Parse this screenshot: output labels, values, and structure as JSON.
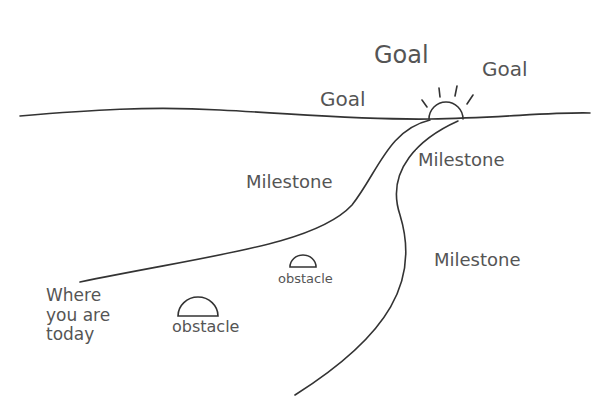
{
  "diagram": {
    "labels": [
      "Goal",
      "Goal",
      "Goal",
      "Milestone",
      "Milestone",
      "Milestone",
      "obstacle",
      "obstacle",
      "Where you are today"
    ]
  }
}
